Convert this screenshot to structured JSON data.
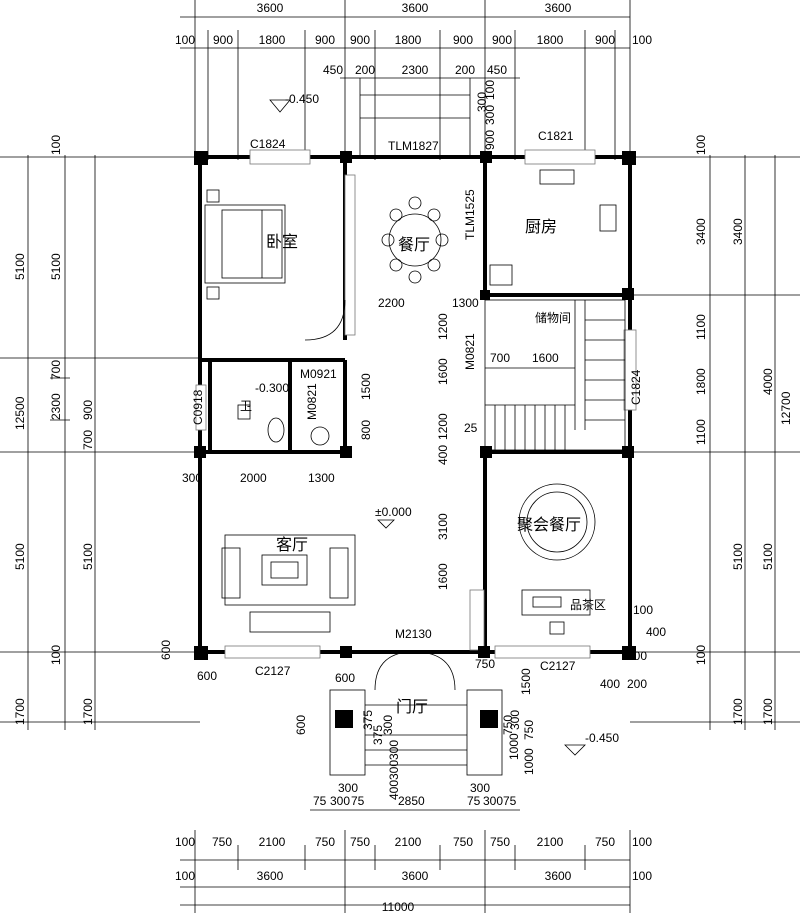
{
  "dims": {
    "top_row1": [
      "3600",
      "3600",
      "3600"
    ],
    "top_row2": [
      "100",
      "900",
      "1800",
      "900",
      "900",
      "1800",
      "900",
      "900",
      "1800",
      "900",
      "100"
    ],
    "entrance_top": [
      "450",
      "200",
      "2300",
      "200",
      "450"
    ],
    "entrance_vert": [
      "300",
      "300",
      "100",
      "900"
    ],
    "left_outer": [
      "5100",
      "12500",
      "5100",
      "1700"
    ],
    "left_inner": [
      "100",
      "5100",
      "700",
      "2300",
      "900",
      "700",
      "5100",
      "100",
      "1700"
    ],
    "right_outer": [
      "3400",
      "12700",
      "5100",
      "1700"
    ],
    "right_inner": [
      "100",
      "3400",
      "1100",
      "4000",
      "1800",
      "1100",
      "5100",
      "100",
      "1700"
    ],
    "interior": [
      "2200",
      "1300",
      "1200",
      "700",
      "1600",
      "1600",
      "1200",
      "1500",
      "800",
      "400",
      "3100",
      "1600",
      "2000",
      "1300",
      "300",
      "600",
      "1500",
      "750",
      "600",
      "400",
      "200",
      "100",
      "400",
      "200",
      "600",
      "600"
    ],
    "porch": [
      "375",
      "375",
      "300",
      "300",
      "300",
      "400",
      "1000",
      "300",
      "300",
      "750",
      "300",
      "750",
      "2850",
      "75",
      "300",
      "75",
      "75",
      "300",
      "75",
      "1000"
    ],
    "bottom_row1": [
      "100",
      "750",
      "2100",
      "750",
      "750",
      "2100",
      "750",
      "750",
      "2100",
      "750",
      "100"
    ],
    "bottom_row2": [
      "100",
      "3600",
      "3600",
      "3600",
      "100"
    ],
    "bottom_total": "11000"
  },
  "rooms": {
    "bedroom": "卧室",
    "dining": "餐厅",
    "kitchen": "厨房",
    "storage": "储物间",
    "bathroom": "卫",
    "living": "客厅",
    "banquet": "聚会餐厅",
    "tea": "品茶区",
    "foyer": "门厅"
  },
  "openings": {
    "c1824_top": "C1824",
    "tlm1827": "TLM1827",
    "c1821": "C1821",
    "tlm1525": "TLM1525",
    "m0821_a": "M0821",
    "m0921": "M0921",
    "c0918": "C0918",
    "m0821_b": "M0821",
    "c1824_right": "C1824",
    "m2130": "M2130",
    "c2127_left": "C2127",
    "c2127_right": "C2127"
  },
  "levels": {
    "top": "-0.450",
    "bath": "-0.300",
    "main": "±0.000",
    "porch": "-0.450",
    "stair": "25"
  }
}
